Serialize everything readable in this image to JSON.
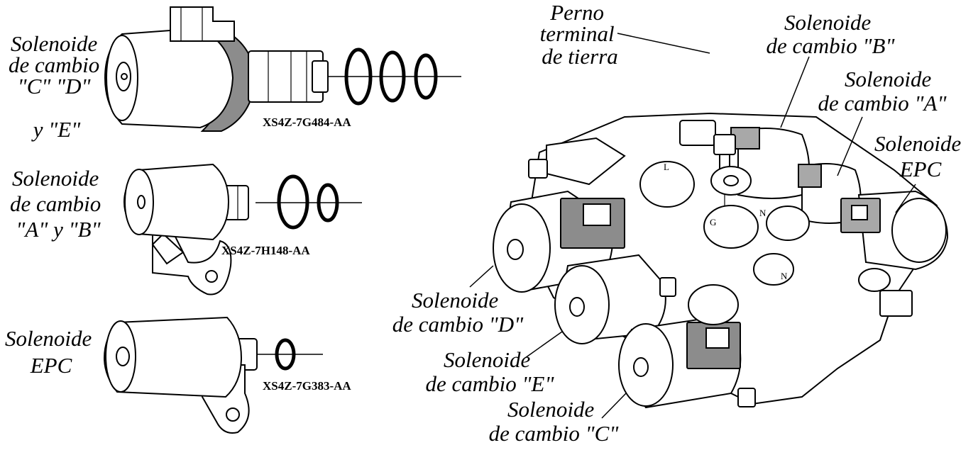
{
  "left_parts": [
    {
      "label_lines": [
        "Solenoide",
        "de cambio",
        "\"C\" \"D\"",
        "y \"E\""
      ],
      "part_number": "XS4Z-7G484-AA"
    },
    {
      "label_lines": [
        "Solenoide",
        "de cambio",
        "\"A\" y \"B\""
      ],
      "part_number": "XS4Z-7H148-AA"
    },
    {
      "label_lines": [
        "Solenoide",
        "EPC"
      ],
      "part_number": "XS4Z-7G383-AA"
    }
  ],
  "assembly_labels": {
    "ground_bolt": [
      "Perno",
      "terminal",
      "de tierra"
    ],
    "shift_b": [
      "Solenoide",
      "de cambio  \"B\""
    ],
    "shift_a": [
      "Solenoide",
      "de cambio \"A\""
    ],
    "epc": [
      "Solenoide",
      "EPC"
    ],
    "shift_d": [
      "Solenoide",
      "de cambio \"D\""
    ],
    "shift_e": [
      "Solenoide",
      "de cambio  \"E\""
    ],
    "shift_c": [
      "Solenoide",
      "de cambio \"C\""
    ]
  },
  "body_markings": [
    "L",
    "G",
    "N",
    "N"
  ]
}
